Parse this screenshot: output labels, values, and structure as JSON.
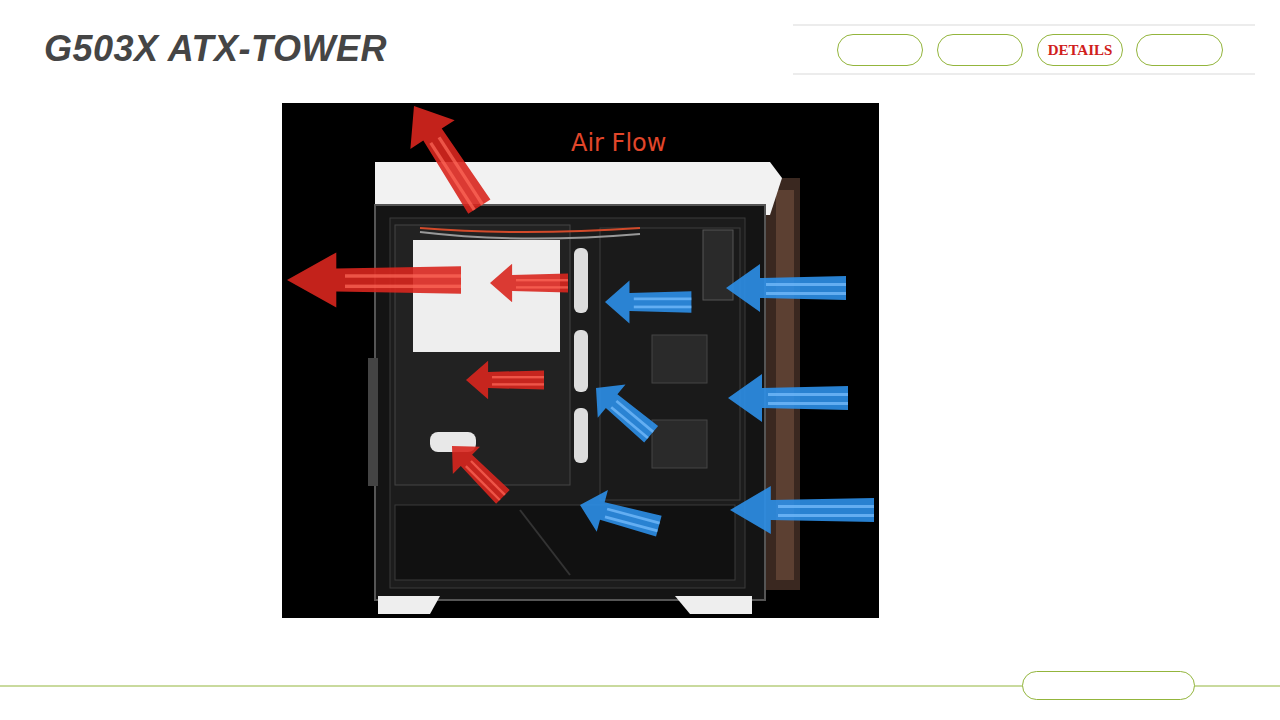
{
  "diagram": {
    "title": "G503X ATX-TOWER",
    "nodes": [
      {
        "text": [
          "DETAILS"
        ]
      }
    ],
    "labels": [
      "Air Flow"
    ]
  }
}
